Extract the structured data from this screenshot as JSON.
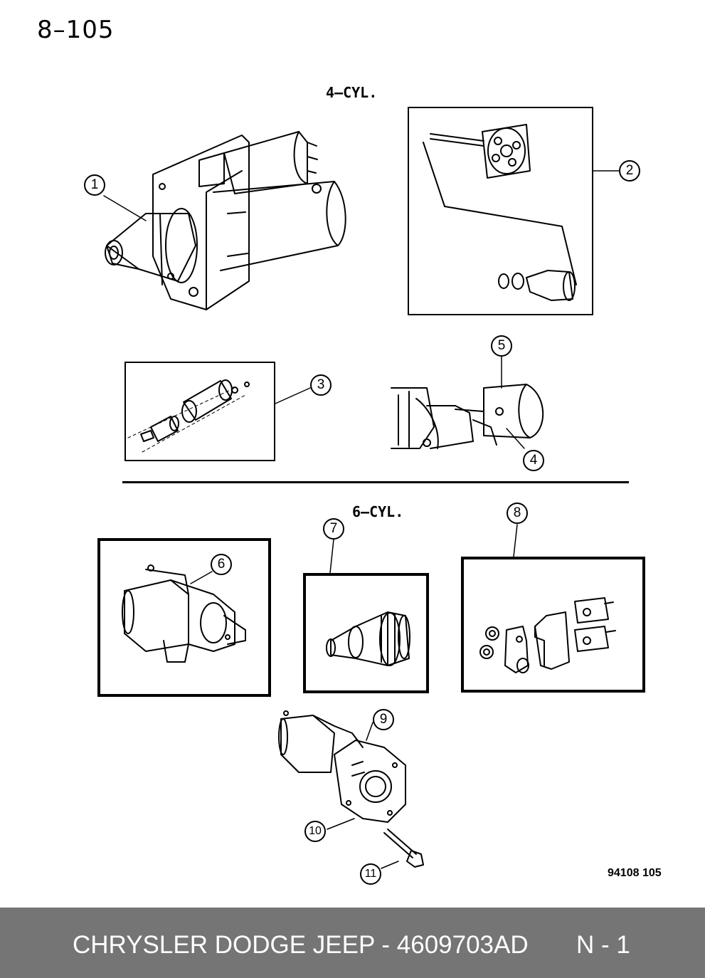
{
  "header": {
    "page_number": "8–105"
  },
  "sections": {
    "four_cyl": "4–CYL.",
    "six_cyl": "6–CYL."
  },
  "callouts": [
    "1",
    "2",
    "3",
    "4",
    "5",
    "6",
    "7",
    "8",
    "9",
    "10",
    "11"
  ],
  "figure_code": "94108  105",
  "footer": {
    "part_label": "CHRYSLER DODGE JEEP - 4609703AD",
    "page_label": "N - 1"
  },
  "colors": {
    "footer_bg": "#757575",
    "footer_text": "#ffffff",
    "line_art": "#000000"
  }
}
